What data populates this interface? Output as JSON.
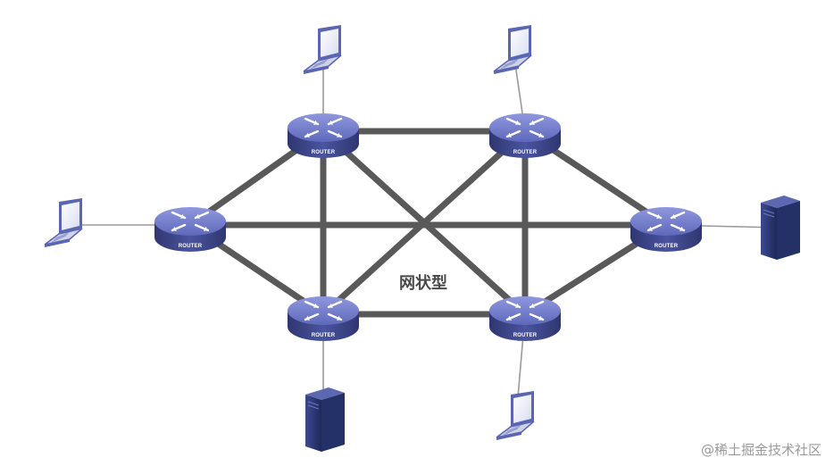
{
  "diagram": {
    "title": "网状型",
    "router_label": "ROUTER",
    "colors": {
      "router_top": "#7a85d3",
      "router_side": "#39427f",
      "link": "#595959",
      "access_link": "#9a9a9a",
      "server": "#2d3a78",
      "laptop": "#5a66b3"
    },
    "routers": [
      {
        "id": "r-top-left",
        "label": "ROUTER"
      },
      {
        "id": "r-top-right",
        "label": "ROUTER"
      },
      {
        "id": "r-left",
        "label": "ROUTER"
      },
      {
        "id": "r-right",
        "label": "ROUTER"
      },
      {
        "id": "r-bottom-left",
        "label": "ROUTER"
      },
      {
        "id": "r-bottom-right",
        "label": "ROUTER"
      }
    ],
    "links": [
      [
        "r-top-left",
        "r-top-right"
      ],
      [
        "r-top-left",
        "r-left"
      ],
      [
        "r-top-left",
        "r-bottom-left"
      ],
      [
        "r-top-left",
        "r-bottom-right"
      ],
      [
        "r-top-right",
        "r-right"
      ],
      [
        "r-top-right",
        "r-bottom-left"
      ],
      [
        "r-top-right",
        "r-bottom-right"
      ],
      [
        "r-left",
        "r-right"
      ],
      [
        "r-left",
        "r-bottom-left"
      ],
      [
        "r-right",
        "r-bottom-right"
      ],
      [
        "r-bottom-left",
        "r-bottom-right"
      ]
    ],
    "devices": [
      {
        "type": "laptop",
        "router": "r-top-left"
      },
      {
        "type": "laptop",
        "router": "r-top-right"
      },
      {
        "type": "laptop",
        "router": "r-left"
      },
      {
        "type": "server",
        "router": "r-right"
      },
      {
        "type": "server",
        "router": "r-bottom-left"
      },
      {
        "type": "laptop",
        "router": "r-bottom-right"
      }
    ]
  },
  "watermark": "@稀土掘金技术社区"
}
